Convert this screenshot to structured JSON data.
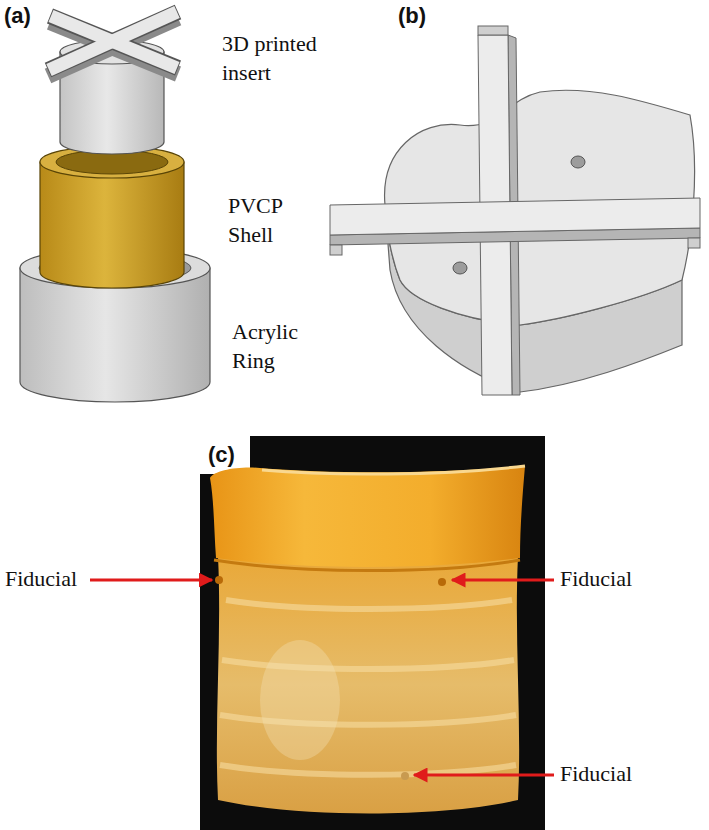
{
  "diagram": {
    "labels": [
      "(a)",
      "3D printed insert",
      "PVCP Shell",
      "Acrylic Ring",
      "(b)",
      "(c)",
      "Fiducial",
      "Fiducial",
      "Fiducial"
    ]
  }
}
